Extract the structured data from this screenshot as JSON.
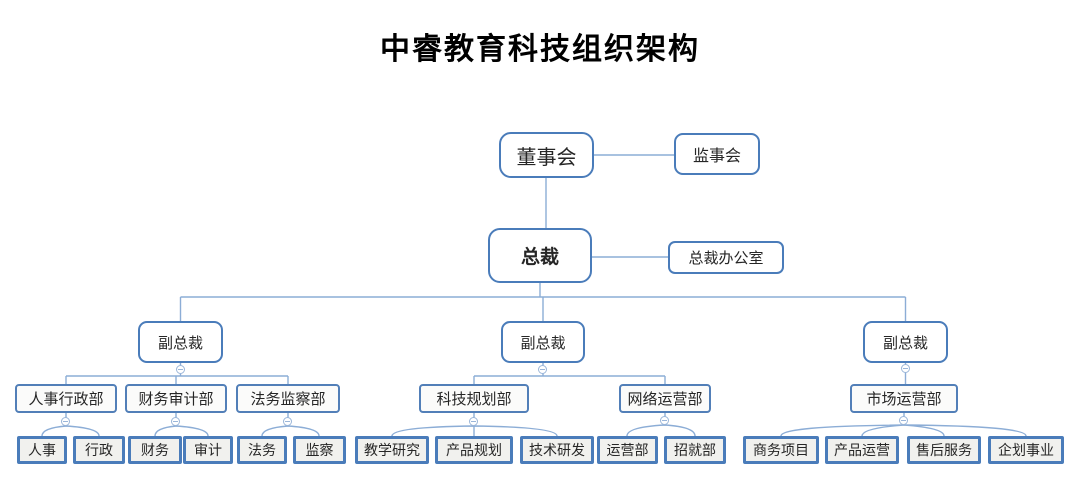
{
  "title": "中睿教育科技组织架构",
  "colors": {
    "node_border": "#4a7cba",
    "connector_line": "#8cadd6",
    "leaf_fill": "#f1f1ee",
    "text": "#262626"
  },
  "nodes": {
    "board": "董事会",
    "supervisory": "监事会",
    "president": "总裁",
    "president_office": "总裁办公室",
    "vp1": "副总裁",
    "vp2": "副总裁",
    "vp3": "副总裁",
    "dept_hr_admin": "人事行政部",
    "dept_finance_audit": "财务审计部",
    "dept_legal_supervision": "法务监察部",
    "dept_tech_planning": "科技规划部",
    "dept_network_ops": "网络运营部",
    "dept_market_ops": "市场运营部",
    "leaf_hr": "人事",
    "leaf_admin": "行政",
    "leaf_finance": "财务",
    "leaf_audit": "审计",
    "leaf_legal": "法务",
    "leaf_supervision": "监察",
    "leaf_teaching_research": "教学研究",
    "leaf_product_planning": "产品规划",
    "leaf_tech_rd": "技术研发",
    "leaf_operations": "运营部",
    "leaf_recruit_employ": "招就部",
    "leaf_business_projects": "商务项目",
    "leaf_product_ops": "产品运营",
    "leaf_after_sales": "售后服务",
    "leaf_planning_business": "企划事业"
  }
}
